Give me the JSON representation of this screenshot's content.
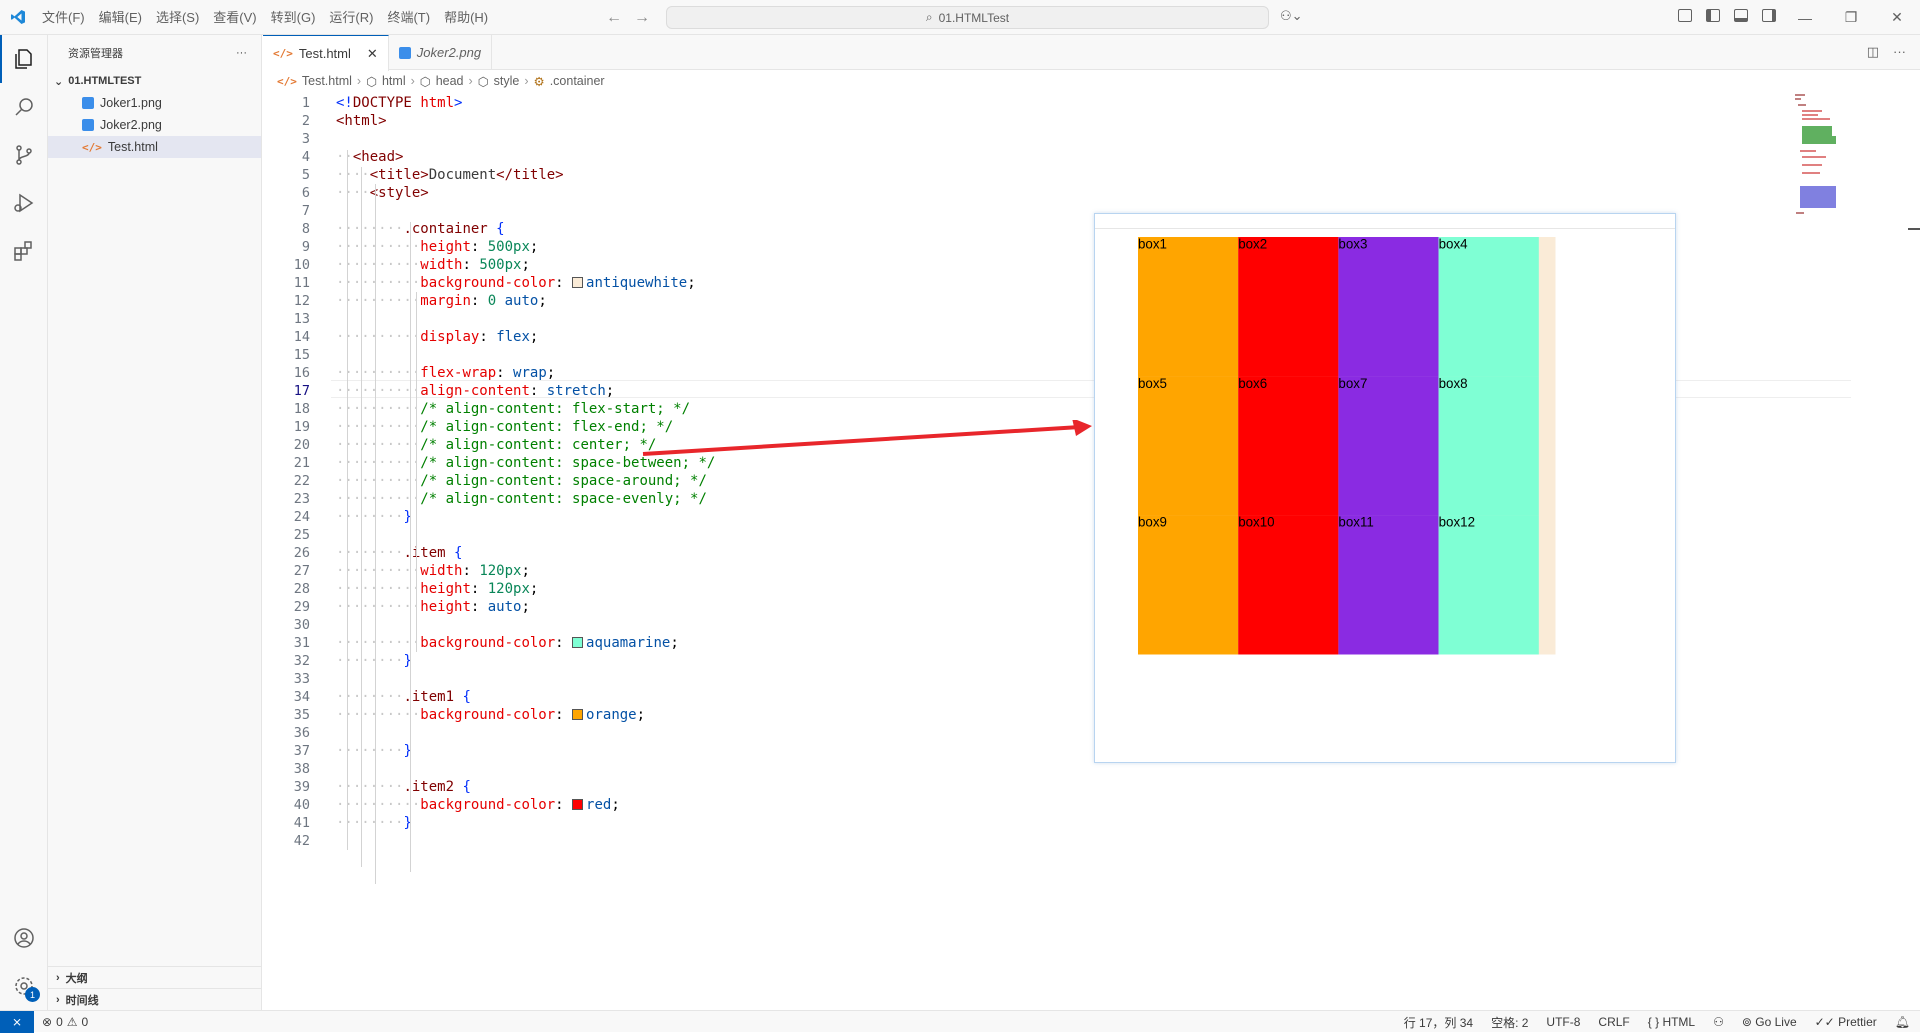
{
  "menu": [
    "文件(F)",
    "编辑(E)",
    "选择(S)",
    "查看(V)",
    "转到(G)",
    "运行(R)",
    "终端(T)",
    "帮助(H)"
  ],
  "search": {
    "label": "01.HTMLTest"
  },
  "explorer": {
    "title": "资源管理器",
    "folder": "01.HTMLTEST",
    "files": [
      "Joker1.png",
      "Joker2.png",
      "Test.html"
    ],
    "outline": "大纲",
    "timeline": "时间线"
  },
  "tabs": [
    {
      "label": "Test.html"
    },
    {
      "label": "Joker2.png"
    }
  ],
  "breadcrumb": [
    "Test.html",
    "html",
    "head",
    "style",
    ".container"
  ],
  "account_badge": "1",
  "lines": [
    "<!DOCTYPE html>",
    "<html>",
    "",
    "<head>",
    "<title>Document</title>",
    "<style>",
    "",
    ".container {",
    "height: 500px;",
    "width: 500px;",
    "background-color: antiquewhite;",
    "margin: 0 auto;",
    "",
    "display: flex;",
    "",
    "flex-wrap: wrap;",
    "align-content: stretch;",
    "/* align-content: flex-start; */",
    "/* align-content: flex-end; */",
    "/* align-content: center; */",
    "/* align-content: space-between; */",
    "/* align-content: space-around; */",
    "/* align-content: space-evenly; */",
    "}",
    "",
    ".item {",
    "width: 120px;",
    "height: 120px;",
    "height: auto;",
    "",
    "background-color: aquamarine;",
    "}",
    "",
    ".item1 {",
    "background-color: orange;",
    "",
    "}",
    "",
    ".item2 {",
    "background-color: red;",
    "}",
    ""
  ],
  "preview": {
    "boxes": [
      "box1",
      "box2",
      "box3",
      "box4",
      "box5",
      "box6",
      "box7",
      "box8",
      "box9",
      "box10",
      "box11",
      "box12"
    ],
    "colors": [
      "#ffa500",
      "#ff0000",
      "#8a2be2",
      "#7fffd4"
    ]
  },
  "status": {
    "errors": "0",
    "warnings": "0",
    "position": "行 17，列 34",
    "spaces": "空格: 2",
    "encoding": "UTF-8",
    "eol": "CRLF",
    "language": "HTML",
    "golive": "Go Live",
    "prettier": "Prettier"
  }
}
